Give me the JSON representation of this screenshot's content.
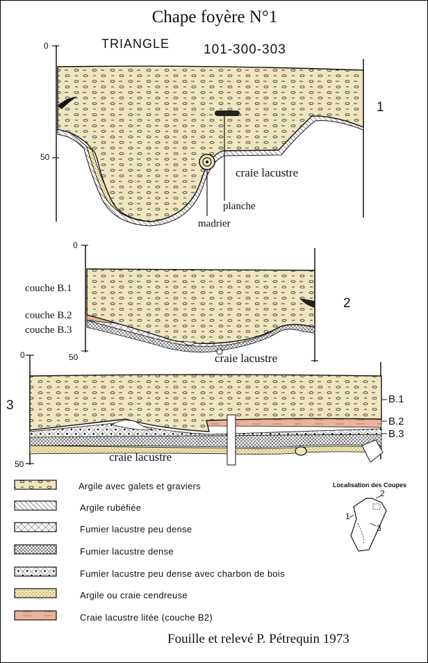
{
  "title": "Chape foyère N°1",
  "subtitle": "TRIANGLE",
  "codes": "101-300-303",
  "scale": {
    "zero": "0",
    "fifty": "50"
  },
  "section1": {
    "number": "1",
    "craie": "craie lacustre",
    "planche": "planche",
    "madrier": "madrier"
  },
  "section2": {
    "number": "2",
    "couche_b1": "couche B.1",
    "couche_b2": "couche B.2",
    "couche_b3": "couche B.3",
    "craie": "craie lacustre"
  },
  "section3": {
    "number": "3",
    "b1": "B.1",
    "b2": "B.2",
    "b3": "B.3",
    "craie": "craie lacustre"
  },
  "legend": [
    {
      "label": "Argile avec galets et graviers",
      "pattern": "pebbles"
    },
    {
      "label": "Argile rubéfiée",
      "pattern": "hatch"
    },
    {
      "label": "Fumier lacustre peu dense",
      "pattern": "crosshatch-light"
    },
    {
      "label": "Fumier lacustre dense",
      "pattern": "crosshatch-dense"
    },
    {
      "label": "Fumier lacustre peu dense avec charbon de bois",
      "pattern": "crosshatch-charcoal"
    },
    {
      "label": "Argile ou craie cendreuse",
      "pattern": "dots"
    },
    {
      "label": "Craie lacustre litée (couche B2)",
      "pattern": "pink"
    }
  ],
  "location": {
    "title": "Localisation des Coupes",
    "labels": [
      "1",
      "2",
      "3"
    ]
  },
  "credit": "Fouille et relevé P. Pétrequin 1973",
  "colors": {
    "clay": "#efe5bf",
    "ash": "#f3e4ad",
    "pink": "#ecb39a",
    "ink": "#111111"
  }
}
